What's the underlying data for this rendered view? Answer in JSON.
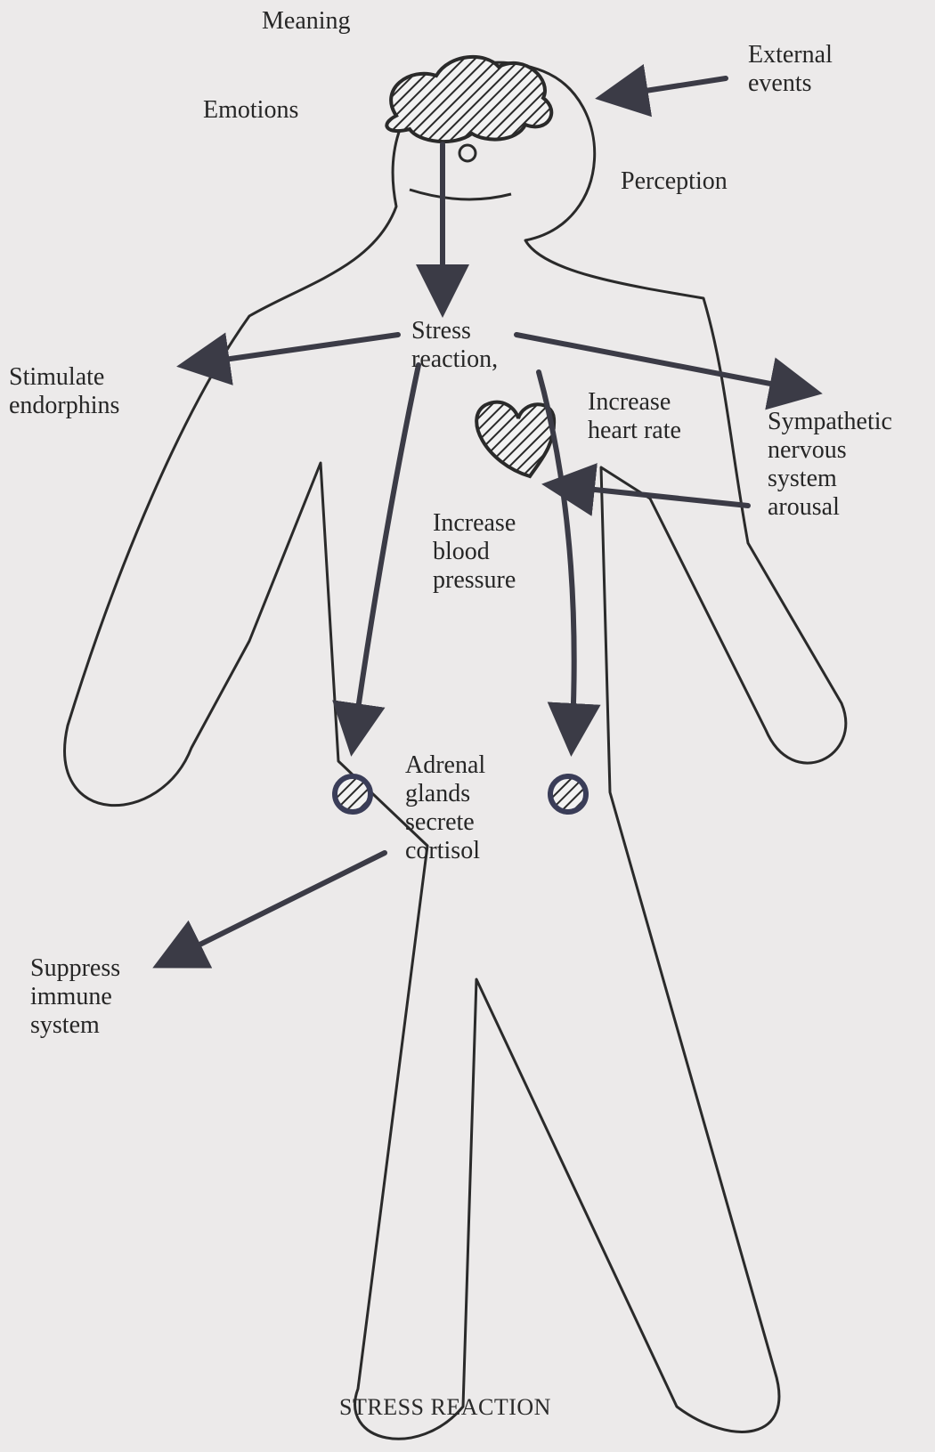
{
  "labels": {
    "meaning": "Meaning",
    "external_events": [
      "External",
      "events"
    ],
    "emotions": "Emotions",
    "perception": "Perception",
    "stress_reaction": [
      "Stress",
      "reaction,"
    ],
    "stimulate_endorphins": [
      "Stimulate",
      "endorphins"
    ],
    "increase_heart_rate": [
      "Increase",
      "heart rate"
    ],
    "sympathetic_nervous_system_arousal": [
      "Sympathetic",
      "nervous",
      "system",
      "arousal"
    ],
    "increase_blood_pressure": [
      "Increase",
      "blood",
      "pressure"
    ],
    "adrenal_glands_secrete_cortisol": [
      "Adrenal",
      "glands",
      "secrete",
      "cortisol"
    ],
    "suppress_immune_system": [
      "Suppress",
      "immune",
      "system"
    ]
  },
  "caption": "STRESS REACTION",
  "colors": {
    "background": "#eceaea",
    "ink": "#2a2a2a",
    "arrow": "#3b3b46",
    "gland": "#3a3d58"
  }
}
